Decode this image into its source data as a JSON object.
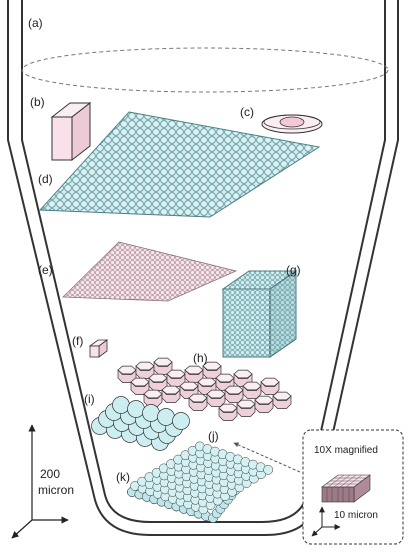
{
  "labels": {
    "a": "(a)",
    "b": "(b)",
    "c": "(c)",
    "d": "(d)",
    "e": "(e)",
    "f": "(f)",
    "g": "(g)",
    "h": "(h)",
    "i": "(i)",
    "j": "(j)",
    "k": "(k)"
  },
  "scale_bar": {
    "value": "200",
    "unit": "micron"
  },
  "inset": {
    "title": "10X magnified",
    "scale": "10 micron"
  },
  "colors": {
    "cyan_fill": "#cdeef1",
    "pink_fill": "#f8e1ea",
    "outline": "#333333",
    "dashed": "#555555"
  }
}
